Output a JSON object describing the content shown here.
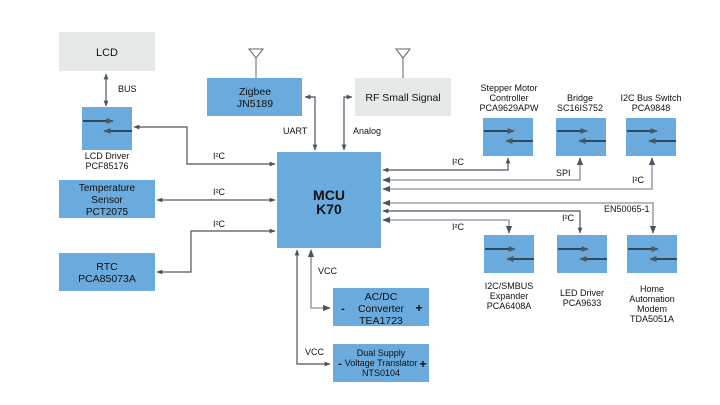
{
  "colors": {
    "block": "#6aaadc",
    "gray_block": "#e6e9ea",
    "line_dark": "#4a5560",
    "line_light": "#9aa2a8"
  },
  "blocks": {
    "lcd": {
      "lines": [
        "LCD"
      ]
    },
    "lcd_driver": {
      "lines": [
        "LCD Driver",
        "PCF85176"
      ]
    },
    "temp_sensor": {
      "lines": [
        "Temperature",
        "Sensor",
        "PCT2075"
      ]
    },
    "rtc": {
      "lines": [
        "RTC",
        "PCA85073A"
      ]
    },
    "zigbee": {
      "lines": [
        "Zigbee",
        "JN5189"
      ]
    },
    "rf": {
      "lines": [
        "RF Small Signal"
      ]
    },
    "mcu": {
      "lines": [
        "MCU",
        "K70"
      ]
    },
    "stepper": {
      "lines": [
        "Stepper Motor",
        "Controller",
        "PCA9629APW"
      ]
    },
    "bridge": {
      "lines": [
        "Bridge",
        "SC16IS752"
      ]
    },
    "i2c_switch": {
      "lines": [
        "I2C Bus Switch",
        "PCA9848"
      ]
    },
    "expander": {
      "lines": [
        "I2C/SMBUS",
        "Expander",
        "PCA6408A"
      ]
    },
    "led_driver": {
      "lines": [
        "LED Driver",
        "PCA9633"
      ]
    },
    "modem": {
      "lines": [
        "Home",
        "Automation",
        "Modem",
        "TDA5051A"
      ]
    },
    "acdc": {
      "lines": [
        "AC/DC",
        "Converter",
        "TEA1723"
      ],
      "minus": "-",
      "plus": "+"
    },
    "dual_supply": {
      "lines": [
        "Dual Supply",
        "Voltage Translator",
        "NTS0104"
      ],
      "minus": "-",
      "plus": "+"
    }
  },
  "labels": {
    "bus": "BUS",
    "uart": "UART",
    "analog": "Analog",
    "i2c": "I²C",
    "spi": "SPI",
    "en50065": "EN50065-1",
    "vcc": "VCC"
  }
}
